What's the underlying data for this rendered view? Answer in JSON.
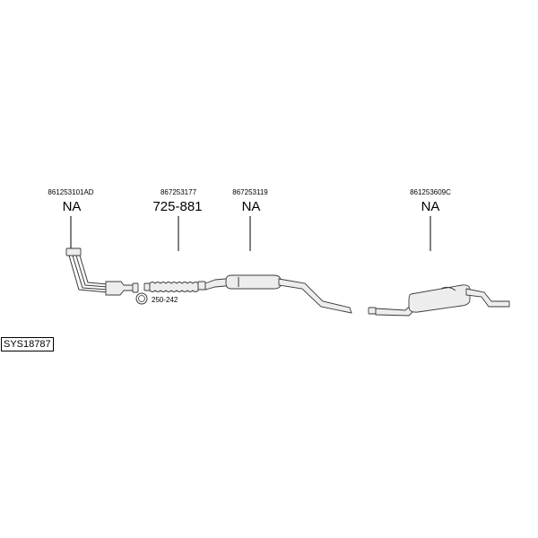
{
  "diagram": {
    "system_id": "SYS18787",
    "parts": [
      {
        "part_number": "861253101AD",
        "code": "NA"
      },
      {
        "part_number": "867253177",
        "code": "725-881"
      },
      {
        "part_number": "867253119",
        "code": "NA"
      },
      {
        "part_number": "861253609C",
        "code": "NA"
      }
    ],
    "clamp": {
      "code": "250-242"
    }
  }
}
